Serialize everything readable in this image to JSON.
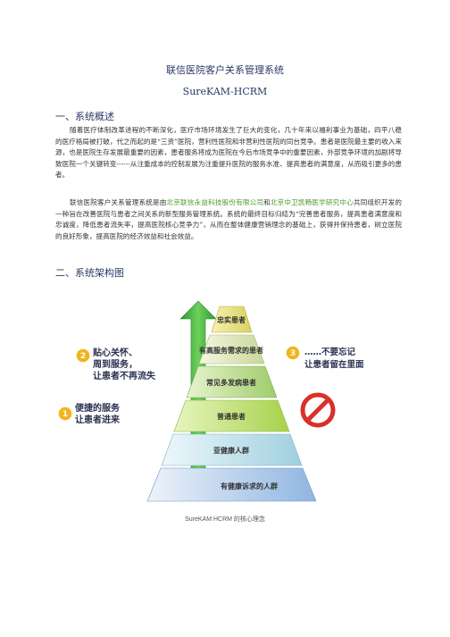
{
  "document": {
    "title": "联信医院客户关系管理系统",
    "subtitle": "SureKAM-HCRM",
    "section1_heading": "一、系统概述",
    "section1_para1": "随着医疗体制改革进程的不断深化，医疗市场环境发生了巨大的变化，几十年来以福利事业为基础，四平八稳的医疗格局被打破，代之而起的是“三资”医院，营利性医院和非营利性医院的同台竞争。患者是医院最主要的收入来源，也是医院生存发展最重要的因素，患者服务将成为医院在今后市场竞争中的重要因素，外部竞争环境的加剧将导致医院一个关键转变------从注重成本的控制发展为注重提升医院的服务水准、提高患者的满意度，从而吸引更多的患者。",
    "section1_para2_prefix": "联信医院客户关系管理系统是由",
    "section1_para2_link1": "北京联信永益科技股份有限公司",
    "section1_para2_mid": "和",
    "section1_para2_link2": "北京中卫凯畅医学研究中心",
    "section1_para2_suffix": "共同组织开发的一种旨在改善医院与患者之间关系的新型服务管理系统。系统的最终目标归结为“完善患者服务，提高患者满意度和忠诚度，降低患者流失率，提高医院核心竞争力”，从而在整体健康营销理念的基础上，获得并保持患者，树立医院的良好形象，提高医院的经济效益和社会效益。",
    "section2_heading": "二、系统架构图",
    "caption": "SureKAM HCRM 的核心理念"
  },
  "figure": {
    "pyramid_levels": [
      "忠实患者",
      "有高服务需求的患者",
      "常见多发病患者",
      "普通患者",
      "亚健康人群",
      "有健康诉求的人群"
    ],
    "callout1_number": "1",
    "callout1_text_line1": "便捷的服务",
    "callout1_text_line2": "让患者进来",
    "callout2_number": "2",
    "callout2_text_line1": "贴心关怀、",
    "callout2_text_line2": "周到服务，",
    "callout2_text_line3": "让患者不再流失",
    "callout3_number": "3",
    "callout3_text_line1": "……不要忘记",
    "callout3_text_line2": "让患者留在里面"
  },
  "colors": {
    "heading": "#2a3a66",
    "link": "#4a9a2a",
    "arrow_green": "#3fae3a",
    "callout_yellow": "#f2b41b",
    "no_sign_red": "#d8302a"
  }
}
